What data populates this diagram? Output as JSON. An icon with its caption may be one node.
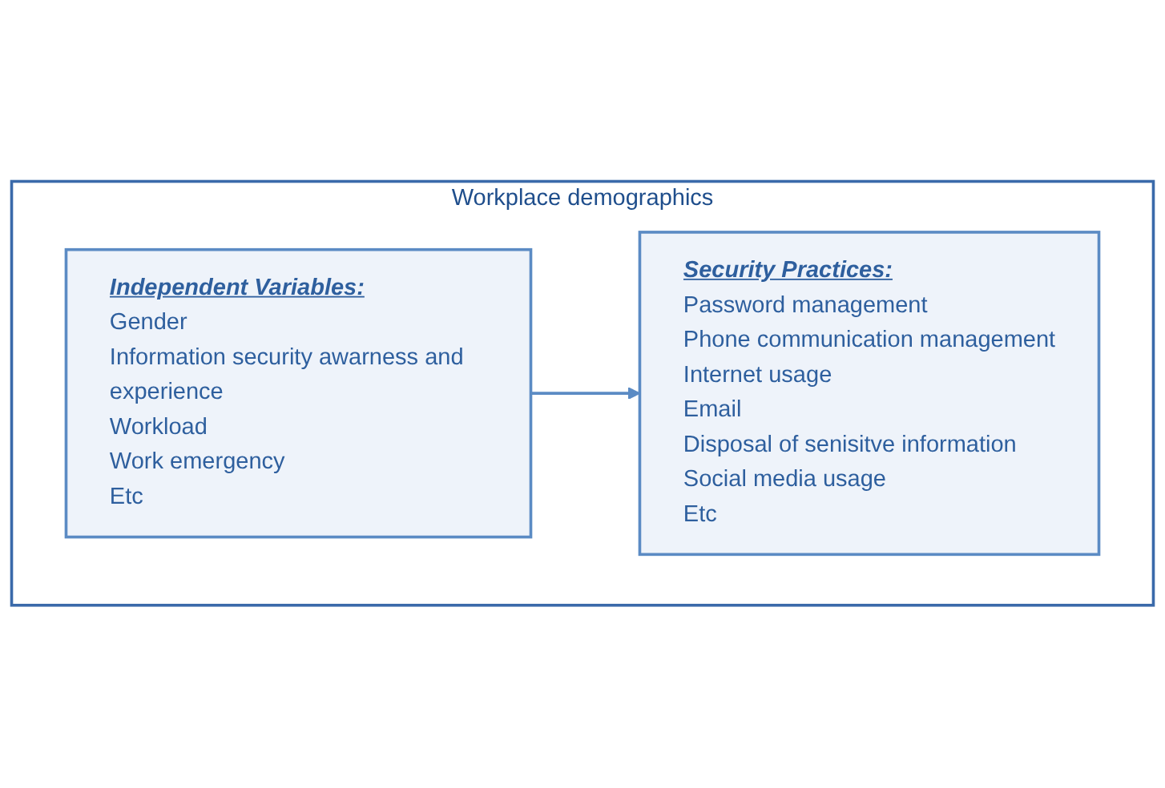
{
  "diagram": {
    "nodes": [
      {
        "text": [
          "Workplace demographics"
        ]
      },
      {
        "text": [
          "Independent Variables:",
          "Gender",
          "Information security awarness and experience",
          "Workload",
          "Work emergency",
          "Etc"
        ],
        "in": 0
      },
      {
        "text": [
          "Security Practices:",
          "Password management",
          "Phone  communication management",
          "Internet usage",
          "Email",
          "Disposal of senisitve information",
          "Social media usage",
          "Etc"
        ],
        "in": 0
      }
    ],
    "edges": [
      {
        "from": 1,
        "to": 2,
        "arrow": "to"
      }
    ]
  }
}
